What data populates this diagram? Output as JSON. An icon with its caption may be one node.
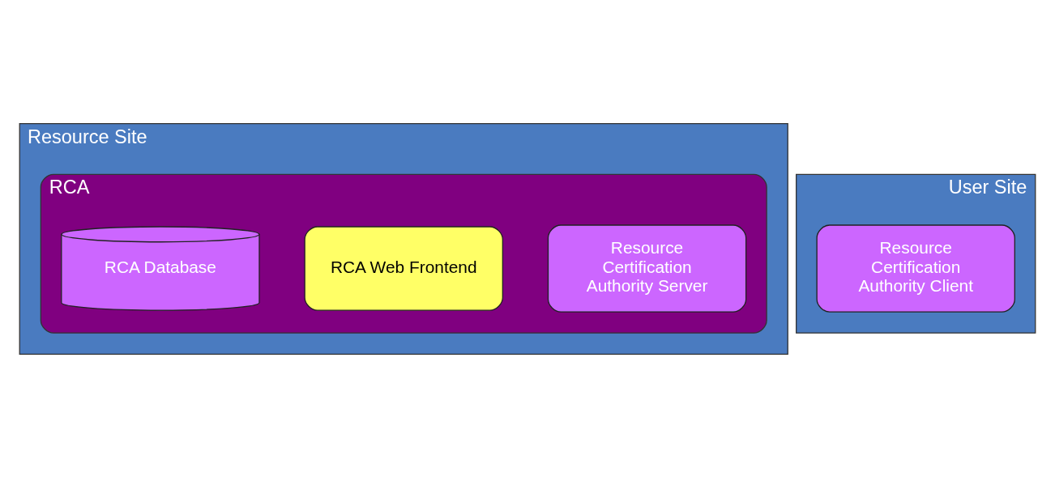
{
  "diagram": {
    "nodes": [
      {
        "text": [
          "Resource Site"
        ]
      },
      {
        "text": [
          "RCA"
        ],
        "in": 0
      },
      {
        "text": [
          "Resource Certification Authority Server"
        ],
        "in": 1
      },
      {
        "text": [
          "RCA Web Frontend"
        ],
        "in": 1
      },
      {
        "text": [
          "RCA Database"
        ],
        "in": 1
      },
      {
        "text": [
          "User Site"
        ]
      },
      {
        "text": [
          "Resource Certification Authority Client"
        ],
        "in": 5
      }
    ]
  }
}
